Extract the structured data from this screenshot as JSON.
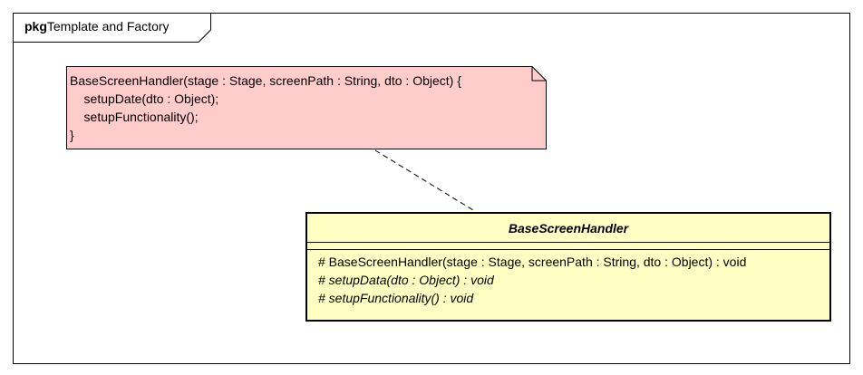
{
  "package": {
    "keyword": "pkg",
    "name": "Template and Factory"
  },
  "note": {
    "lines": [
      "BaseScreenHandler(stage : Stage, screenPath : String, dto : Object) {",
      "    setupDate(dto : Object);",
      "    setupFunctionality();",
      "}"
    ],
    "fill": "#ffcccc"
  },
  "class": {
    "name": "BaseScreenHandler",
    "fill": "#ffffc4",
    "operations": [
      "# BaseScreenHandler(stage : Stage, screenPath : String, dto : Object) : void",
      "# setupData(dto : Object) : void",
      "# setupFunctionality() : void"
    ]
  }
}
